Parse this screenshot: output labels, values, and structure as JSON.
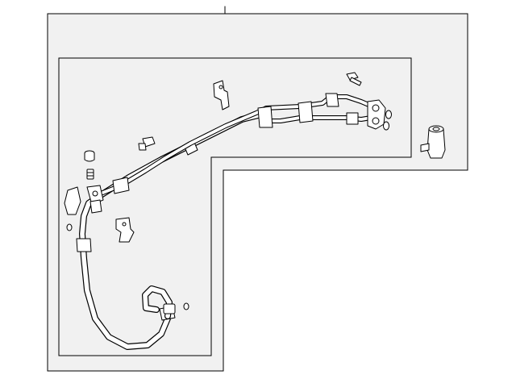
{
  "diagram": {
    "labels": [],
    "colors": {
      "panel_fill": "#f1f1f1",
      "line": "#000000",
      "background": "#ffffff"
    },
    "parts": [
      "outer-assembly-panel",
      "inner-assembly-panel",
      "suction-hose",
      "liquid-line",
      "manifold-block",
      "pressure-switch",
      "bolt",
      "service-cap",
      "charge-valve",
      "mounting-bracket",
      "o-ring"
    ]
  }
}
